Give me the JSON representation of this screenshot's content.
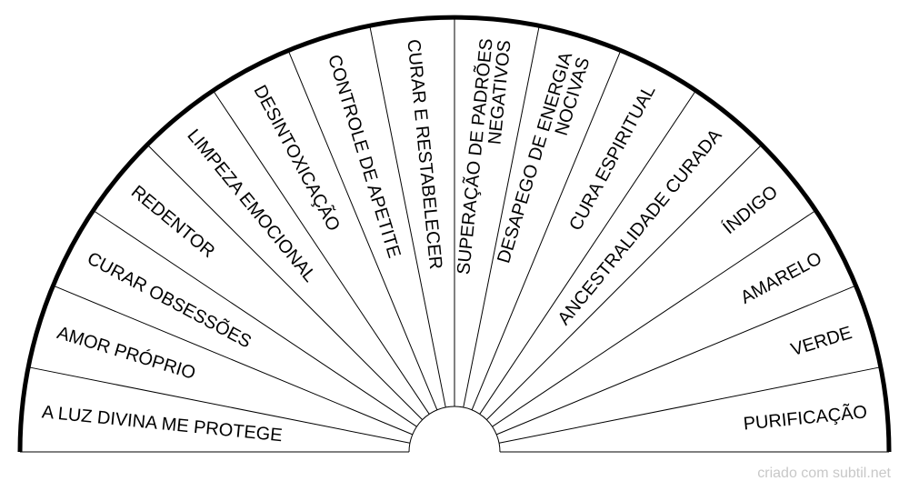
{
  "pendulum": {
    "labels": [
      "A LUZ DIVINA ME PROTEGE",
      "AMOR PRÓPRIO",
      "CURAR OBSESSÕES",
      "REDENTOR",
      "LIMPEZA EMOCIONAL",
      "DESINTOXICAÇÃO",
      "CONTROLE DE APETITE",
      "CURAR E RESTABELECER",
      "SUPERAÇÃO DE PADRÕES\nNEGATIVOS",
      "DESAPEGO DE ENERGIA\nNOCIVAS",
      "CURA ESPIRITUAL",
      "ANCESTRALIDADE CURADA",
      "ÍNDIGO",
      "AMARELO",
      "VERDE",
      "PURIFICAÇÃO"
    ],
    "line_color": "#000000",
    "background_color": "#ffffff"
  },
  "credit": {
    "text": "criado com subtil.net",
    "color": "#c8c8c8"
  }
}
